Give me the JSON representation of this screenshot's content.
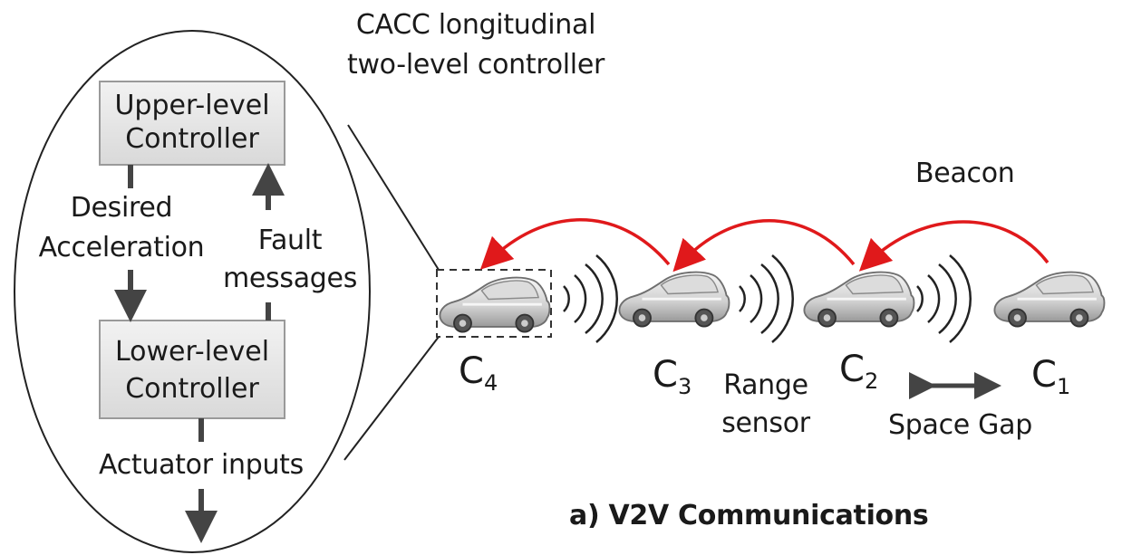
{
  "title": "a) V2V Communications",
  "controller_caption": {
    "line1": "CACC longitudinal",
    "line2": "two-level controller"
  },
  "upper_box": {
    "line1": "Upper-level",
    "line2": "Controller"
  },
  "lower_box": {
    "line1": "Lower-level",
    "line2": "Controller"
  },
  "desired_accel": {
    "line1": "Desired",
    "line2": "Acceleration"
  },
  "fault_msgs": {
    "line1": "Fault",
    "line2": "messages"
  },
  "actuator_inputs": "Actuator inputs",
  "beacon": "Beacon",
  "range_sensor": {
    "line1": "Range",
    "line2": "sensor"
  },
  "space_gap": "Space Gap",
  "cars": [
    {
      "letter": "C",
      "index": "4"
    },
    {
      "letter": "C",
      "index": "3"
    },
    {
      "letter": "C",
      "index": "2"
    },
    {
      "letter": "C",
      "index": "1"
    }
  ],
  "colors": {
    "beacon_arrow": "#e0191b",
    "box_fill": "#e6e6e6",
    "box_stroke": "#9a9a9a",
    "arrow_dark": "#444444",
    "line": "#333333"
  },
  "icons": [
    "car-icon",
    "wireless-signal-icon"
  ]
}
